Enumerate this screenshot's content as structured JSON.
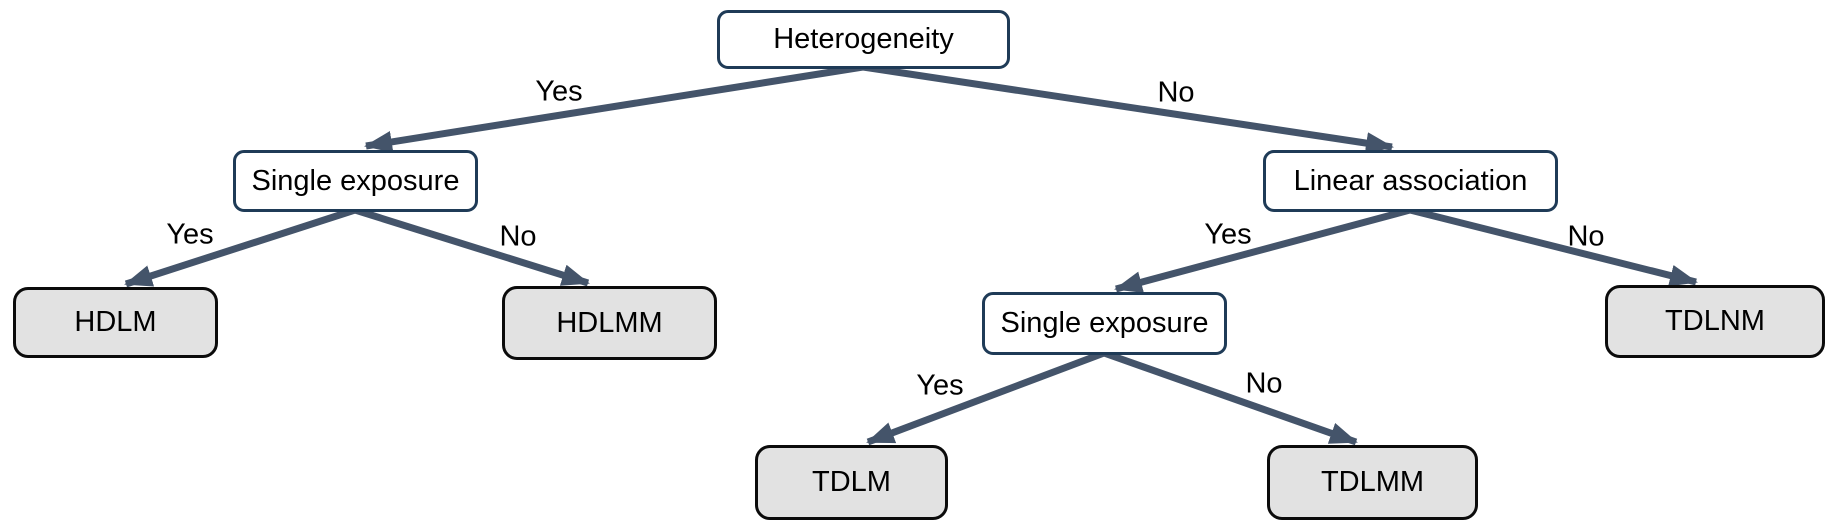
{
  "diagram": {
    "type": "decision-tree",
    "colors": {
      "arrow": "#44546A",
      "decision_border": "#1F3B57",
      "decision_fill": "#FFFFFF",
      "leaf_border": "#0B0B0B",
      "leaf_fill": "#E2E2E2",
      "text": "#000000",
      "background": "#FFFFFF"
    },
    "nodes": [
      {
        "id": "heterogeneity",
        "label": "Heterogeneity",
        "type": "decision"
      },
      {
        "id": "single-exposure-left",
        "label": "Single exposure",
        "type": "decision"
      },
      {
        "id": "linear-association",
        "label": "Linear association",
        "type": "decision"
      },
      {
        "id": "hdlm",
        "label": "HDLM",
        "type": "leaf"
      },
      {
        "id": "hdlmm",
        "label": "HDLMM",
        "type": "leaf"
      },
      {
        "id": "single-exposure-right",
        "label": "Single exposure",
        "type": "decision"
      },
      {
        "id": "tdlnm",
        "label": "TDLNM",
        "type": "leaf"
      },
      {
        "id": "tdlm",
        "label": "TDLM",
        "type": "leaf"
      },
      {
        "id": "tdlmm",
        "label": "TDLMM",
        "type": "leaf"
      }
    ],
    "edges": [
      {
        "from": "Heterogeneity",
        "to": "Single exposure (left)",
        "label": "Yes"
      },
      {
        "from": "Heterogeneity",
        "to": "Linear association",
        "label": "No"
      },
      {
        "from": "Single exposure (left)",
        "to": "HDLM",
        "label": "Yes"
      },
      {
        "from": "Single exposure (left)",
        "to": "HDLMM",
        "label": "No"
      },
      {
        "from": "Linear association",
        "to": "Single exposure (right)",
        "label": "Yes"
      },
      {
        "from": "Linear association",
        "to": "TDLNM",
        "label": "No"
      },
      {
        "from": "Single exposure (right)",
        "to": "TDLM",
        "label": "Yes"
      },
      {
        "from": "Single exposure (right)",
        "to": "TDLMM",
        "label": "No"
      }
    ]
  }
}
